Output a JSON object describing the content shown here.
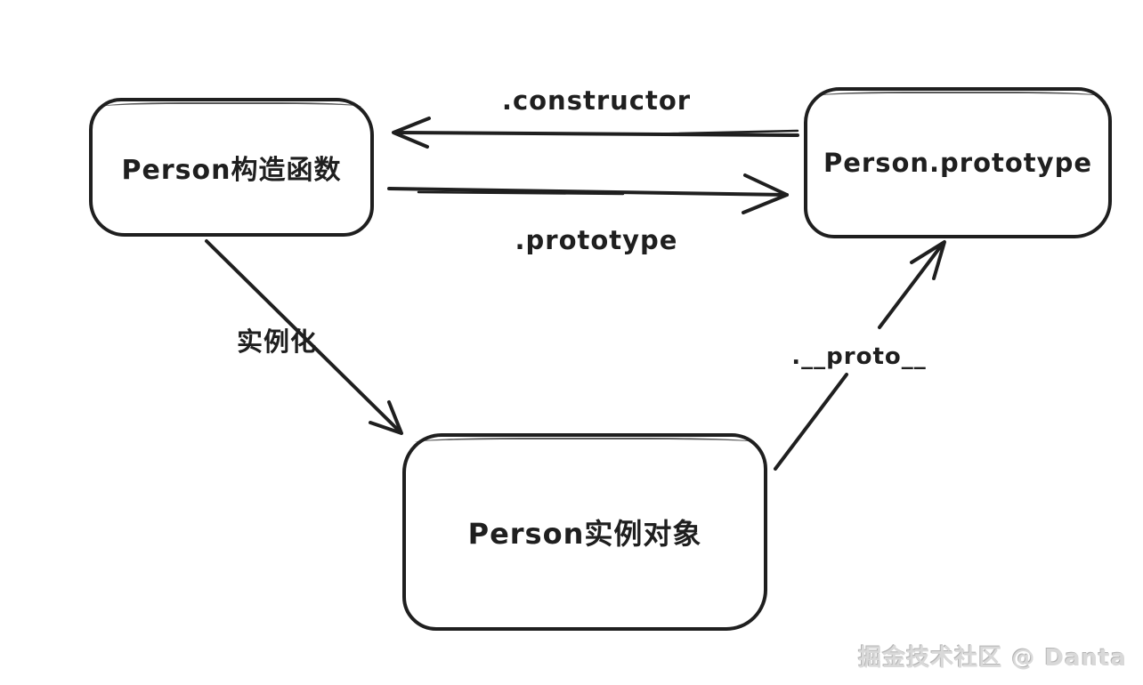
{
  "diagram": {
    "nodes": {
      "constructor": {
        "label": "Person构造函数"
      },
      "prototype": {
        "label": "Person.prototype"
      },
      "instance": {
        "label": "Person实例对象"
      }
    },
    "edges": {
      "constructor": {
        "label": ".constructor"
      },
      "prototype": {
        "label": ".prototype"
      },
      "instantiate": {
        "label": "实例化"
      },
      "proto": {
        "label": ".__proto__"
      }
    },
    "watermark": {
      "text": "掘金技术社区 @ Danta"
    },
    "colors": {
      "ink": "#1f1f1f",
      "background": "#ffffff",
      "watermark": "#d9d9d9"
    }
  }
}
